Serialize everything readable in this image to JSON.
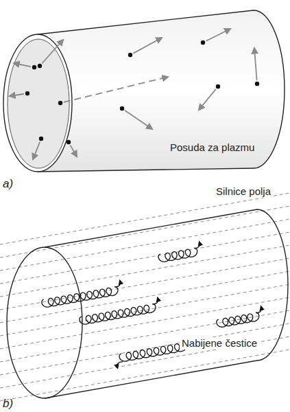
{
  "diagram": {
    "labels": [
      "Posuda za plazmu",
      "a)",
      "Silnice polja",
      "Nabijene čestice",
      "b)"
    ]
  }
}
